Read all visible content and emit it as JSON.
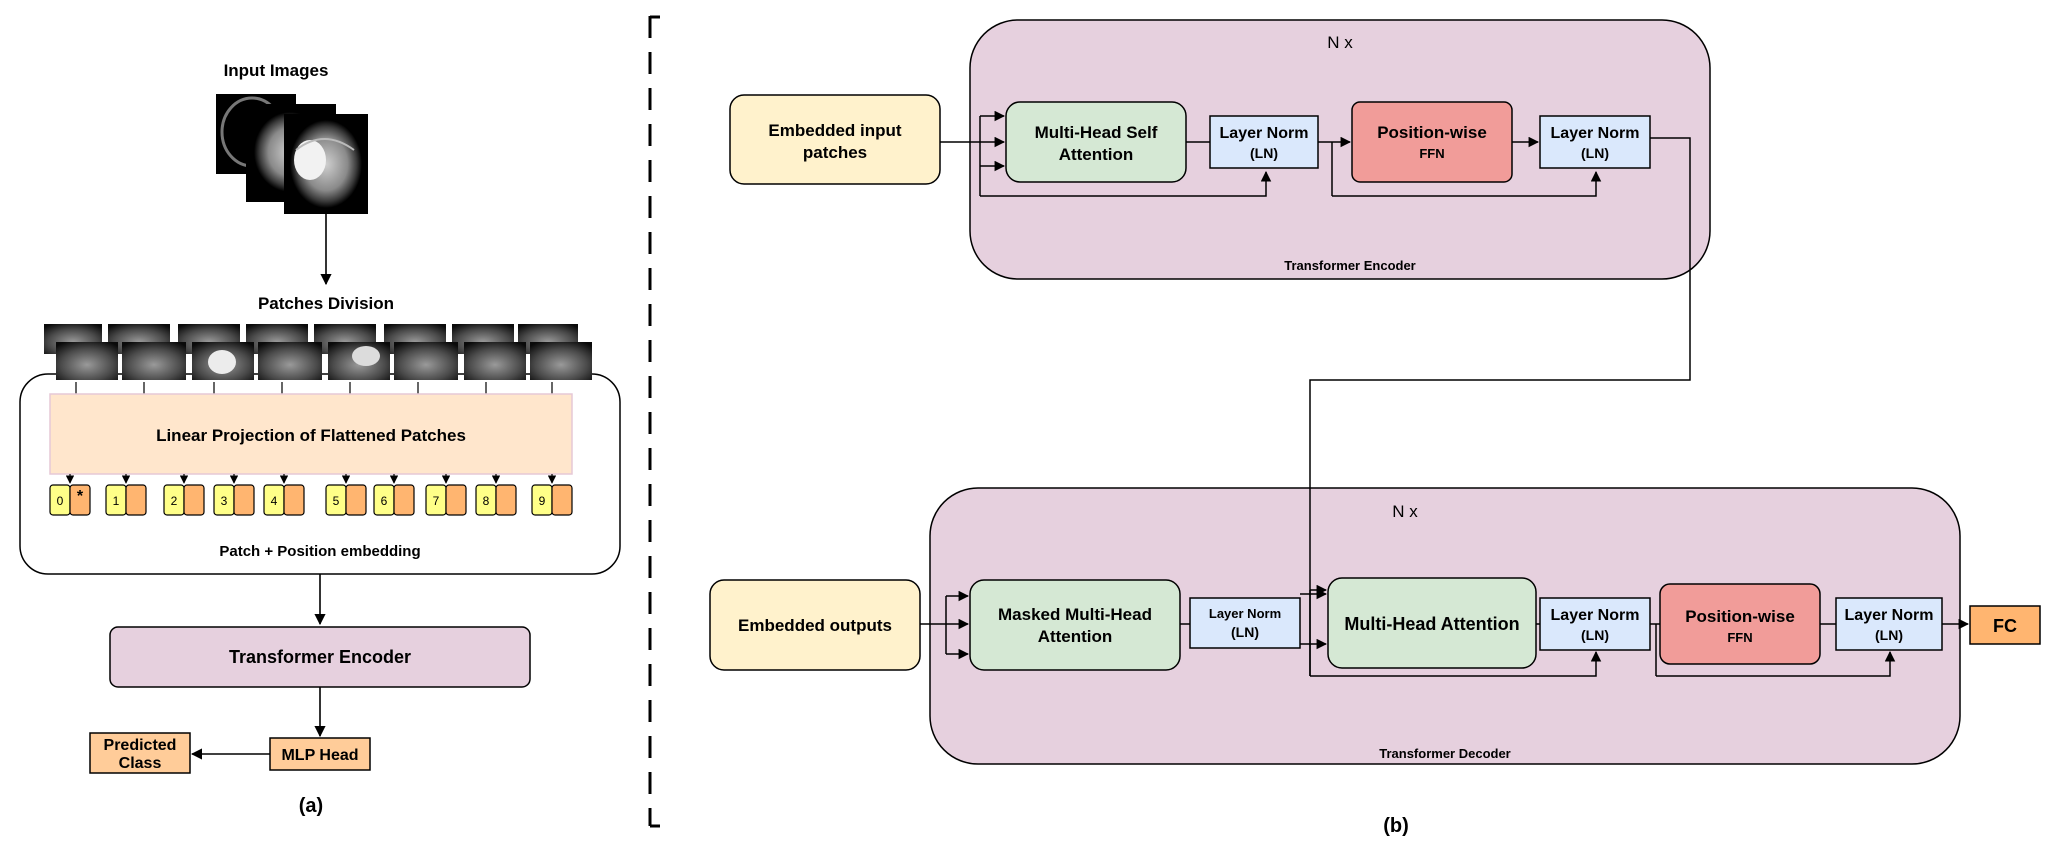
{
  "colors": {
    "purple": "#e6d0de",
    "green": "#d5e8d4",
    "blue": "#dae8fc",
    "red": "#f19c99",
    "yellow": "#fff2cc",
    "orange": "#ffcc99",
    "peach": "#ffe6cc",
    "token_yellow": "#ffff88",
    "token_orange": "#ffb570"
  },
  "panel_a": {
    "input_images_label": "Input Images",
    "patches_division_label": "Patches Division",
    "linear_projection_label": "Linear Projection of Flattened Patches",
    "tokens": [
      "0",
      "1",
      "2",
      "3",
      "4",
      "5",
      "6",
      "7",
      "8",
      "9"
    ],
    "class_token_mark": "*",
    "patch_position_label": "Patch + Position embedding",
    "transformer_encoder_label": "Transformer Encoder",
    "mlp_head_label": "MLP Head",
    "predicted_class_line1": "Predicted",
    "predicted_class_line2": "Class",
    "caption": "(a)"
  },
  "panel_b": {
    "encoder": {
      "repeat_label": "N x",
      "input_line1": "Embedded input",
      "input_line2": "patches",
      "mhsa_line1": "Multi-Head Self",
      "mhsa_line2": "Attention",
      "ln_title": "Layer Norm",
      "ln_sub": "(LN)",
      "ffn_title": "Position-wise",
      "ffn_sub": "FFN",
      "block_label": "Transformer Encoder"
    },
    "decoder": {
      "repeat_label": "N x",
      "input_label": "Embedded outputs",
      "masked_line1": "Masked Multi-Head",
      "masked_line2": "Attention",
      "ln_title": "Layer Norm",
      "ln_sub": "(LN)",
      "mha_label": "Multi-Head Attention",
      "ffn_title": "Position-wise",
      "ffn_sub": "FFN",
      "fc_label": "FC",
      "block_label": "Transformer Decoder"
    },
    "caption": "(b)"
  }
}
